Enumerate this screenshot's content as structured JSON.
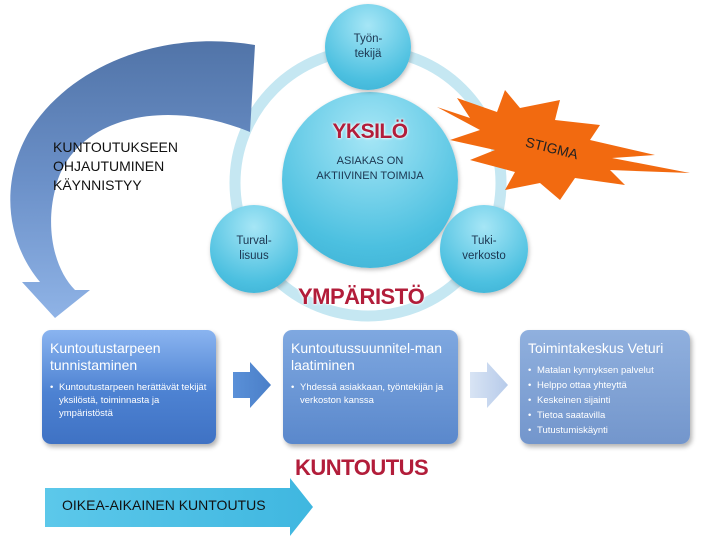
{
  "cycle": {
    "center_title": "YKSILÖ",
    "center_text": "ASIAKAS ON AKTIIVINEN TOIMIJA",
    "nodes": [
      {
        "line1": "Työn-",
        "line2": "tekijä"
      },
      {
        "line1": "Turval-",
        "line2": "lisuus"
      },
      {
        "line1": "Tuki-",
        "line2": "verkosto"
      }
    ],
    "ring_label": "YMPÄRISTÖ"
  },
  "stigma": "STIGMA",
  "curved_arrow": {
    "line1": "KUNTOUTUKSEEN",
    "line2": "OHJAUTUMINEN",
    "line3": "KÄYNNISTYY"
  },
  "process": {
    "steps": [
      {
        "title": "Kuntoutustarpeen tunnistaminen",
        "bullets": [
          "Kuntoutustarpeen herättävät tekijät yksilöstä, toiminnasta ja ympäristöstä"
        ]
      },
      {
        "title": "Kuntoutussuunnitel-man laatiminen",
        "bullets": [
          "Yhdessä asiakkaan, työntekijän ja verkoston kanssa"
        ]
      },
      {
        "title": "Toimintakeskus Veturi",
        "bullets": [
          "Matalan kynnyksen palvelut",
          "Helppo ottaa yhteyttä",
          "Keskeinen sijainti",
          "Tietoa saatavilla",
          "Tutustumiskäynti"
        ]
      }
    ],
    "label": "KUNTOUTUS"
  },
  "bottom_arrow": "OIKEA-AIKAINEN KUNTOUTUS",
  "colors": {
    "red": "#b21d3a",
    "orange": "#f26a10",
    "blue": "#4a7fc8",
    "cyan": "#3fb7e0"
  }
}
